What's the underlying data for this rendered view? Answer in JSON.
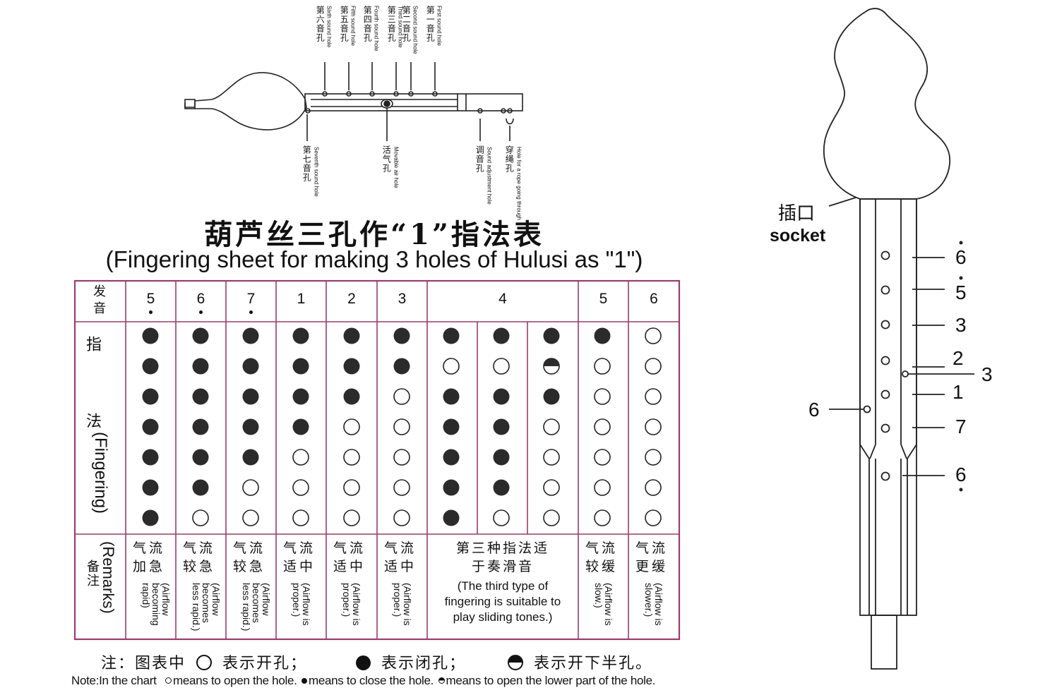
{
  "diagram": {
    "top_hole_labels": [
      {
        "cn": "第六音孔",
        "en": "Sixth sound hole"
      },
      {
        "cn": "第五音孔",
        "en": "Fifth sound hole"
      },
      {
        "cn": "第四音孔",
        "en": "Fourth sound hole"
      },
      {
        "cn": "第三音孔",
        "en": "Third sound hole"
      },
      {
        "cn": "第二音孔",
        "en": "Second sound hole"
      },
      {
        "cn": "第一音孔",
        "en": "First sound hole"
      }
    ],
    "bottom_labels": [
      {
        "cn": "第七音孔",
        "en": "Seventh sound hole"
      },
      {
        "cn": "活气孔",
        "en": "Movable air hole"
      },
      {
        "cn": "调音孔",
        "en": "Sound adjustment hole"
      },
      {
        "cn": "穿绳孔",
        "en": "Hole for a rope going through"
      }
    ]
  },
  "title": {
    "cn": "葫芦丝三孔作“1”指法表",
    "en": "(Fingering sheet for making 3 holes of Hulusi as \"1\")"
  },
  "table": {
    "row_headers": {
      "pitch": "发音",
      "fingering_cn": "指 法",
      "fingering_en": "(Fingering)",
      "remarks_cn": "备注",
      "remarks_en": "(Remarks)"
    },
    "notes": [
      "5",
      "6",
      "7",
      "1",
      "2",
      "3",
      "4",
      "5",
      "6"
    ],
    "note_dots": [
      "below",
      "below",
      "below",
      "",
      "",
      "",
      "",
      "",
      ""
    ],
    "fingering_columns": [
      [
        "c",
        "c",
        "c",
        "c",
        "c",
        "c",
        "c"
      ],
      [
        "c",
        "c",
        "c",
        "c",
        "c",
        "c",
        "o"
      ],
      [
        "c",
        "c",
        "c",
        "c",
        "c",
        "o",
        "o"
      ],
      [
        "c",
        "c",
        "c",
        "c",
        "o",
        "o",
        "o"
      ],
      [
        "c",
        "c",
        "c",
        "o",
        "o",
        "o",
        "o"
      ],
      [
        "c",
        "c",
        "o",
        "o",
        "o",
        "o",
        "o"
      ],
      [
        "c",
        "o",
        "c",
        "c",
        "c",
        "c",
        "c"
      ],
      [
        "c",
        "o",
        "c",
        "c",
        "c",
        "c",
        "o"
      ],
      [
        "c",
        "h",
        "c",
        "o",
        "o",
        "o",
        "o"
      ],
      [
        "c",
        "o",
        "o",
        "o",
        "o",
        "o",
        "o"
      ],
      [
        "o",
        "o",
        "o",
        "o",
        "o",
        "o",
        "o"
      ]
    ],
    "remarks": [
      {
        "cn": "气流加急",
        "en": "(Airflow becoming rapid)"
      },
      {
        "cn": "气流较急",
        "en": "(Airflow becomes less rapid.)"
      },
      {
        "cn": "气流较急",
        "en": "(Airflow becomes less rapid.)"
      },
      {
        "cn": "气流适中",
        "en": "(Airflow is proper.)"
      },
      {
        "cn": "气流适中",
        "en": "(Airflow is proper.)"
      },
      {
        "cn": "气流适中",
        "en": "(Airflow is proper.)"
      },
      {
        "cn": "第三种指法适于奏滑音",
        "en": "(The third type of fingering is suitable to play sliding tones.)"
      },
      {
        "cn": "气流较缓",
        "en": "(Airflow is slow.)"
      },
      {
        "cn": "气流更缓",
        "en": "(Airflow is slower.)"
      }
    ]
  },
  "note": {
    "cn": {
      "prefix": "注：图表中",
      "open": "表示开孔；",
      "close": "表示闭孔；",
      "half": "表示开下半孔。"
    },
    "en": {
      "prefix": "Note:In the chart",
      "open": "means to open the hole.",
      "close": "means to close the hole.",
      "half": "means to open the lower part of the hole."
    }
  },
  "side": {
    "socket_cn": "插口",
    "socket_en": "socket",
    "right_labels": [
      "6",
      "5",
      "3",
      "2",
      "1",
      "7",
      "6"
    ],
    "right_label_dots": [
      "above",
      "above",
      "",
      "",
      "",
      "",
      "below"
    ],
    "thumb_label_right": "3",
    "thumb_label_left": "6"
  }
}
